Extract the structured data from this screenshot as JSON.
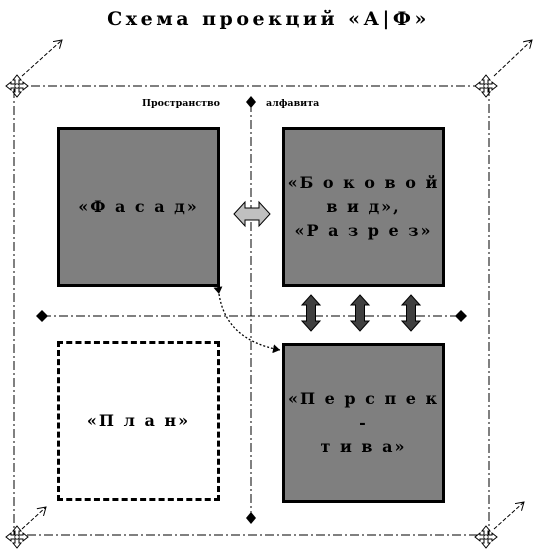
{
  "title": "Схема проекций «А|Ф»",
  "space_label": {
    "left": "Пространство",
    "right": "алфавита"
  },
  "boxes": {
    "facade": "«Ф а с а д»",
    "side_view": "«Б о к о в о й\nв и д»,\n«Р а з р е з»",
    "plan": "«П л а н»",
    "perspective": "«П е р с п е к\n-\nт и в а»"
  },
  "colors": {
    "box_fill": "#7f7f7f",
    "ink": "#000000",
    "double_arrow_fill": "#c0c0c0",
    "vertical_arrow_fill": "#404040"
  },
  "icons": {
    "corner_markers": "move-cross-icon",
    "pointer": "arrow-icon"
  }
}
